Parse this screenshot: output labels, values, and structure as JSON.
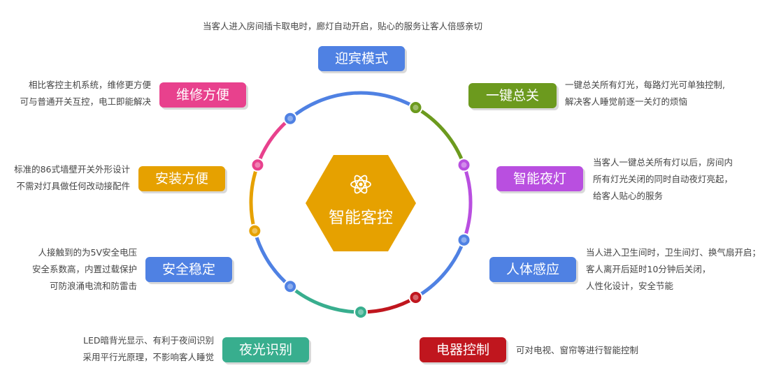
{
  "center": {
    "title": "智能客控",
    "icon": "atom-icon",
    "color": "#e6a100"
  },
  "top_note": "当客人进入房间插卡取电时，廊灯自动开启，贴心的服务让客人倍感亲切",
  "features": [
    {
      "id": "welcome",
      "label": "迎宾模式",
      "color": "#4f81e3",
      "desc": []
    },
    {
      "id": "onekey",
      "label": "一键总关",
      "color": "#6c9a1e",
      "desc": [
        "一键总关所有灯光，每路灯光可单独控制,",
        "解决客人睡觉前逐一关灯的烦恼"
      ]
    },
    {
      "id": "nightlight",
      "label": "智能夜灯",
      "color": "#b94fe0",
      "desc": [
        "当客人一键总关所有灯以后，房间内",
        "所有灯光关闭的同时自动夜灯亮起，",
        "给客人贴心的服务"
      ]
    },
    {
      "id": "sensor",
      "label": "人体感应",
      "color": "#4f81e3",
      "desc": [
        "当人进入卫生间时，卫生间灯、换气扇开启；",
        "客人离开后延时10分钟后关闭，",
        "人性化设计，安全节能"
      ]
    },
    {
      "id": "appliance",
      "label": "电器控制",
      "color": "#c0161e",
      "desc": [
        "可对电视、窗帘等进行智能控制"
      ]
    },
    {
      "id": "nightid",
      "label": "夜光识别",
      "color": "#38ae8e",
      "desc": [
        "LED暗背光显示、有利于夜间识别",
        "采用平行光原理，不影响客人睡觉"
      ]
    },
    {
      "id": "safe",
      "label": "安全稳定",
      "color": "#4f81e3",
      "desc": [
        "人接触到的为5V安全电压",
        "安全系数高，内置过载保护",
        "可防浪涌电流和防雷击"
      ]
    },
    {
      "id": "install",
      "label": "安装方便",
      "color": "#e6a100",
      "desc": [
        "标准的86式墙壁开关外形设计",
        "不需对灯具做任何改动接配件"
      ]
    },
    {
      "id": "repair",
      "label": "维修方便",
      "color": "#e8418d",
      "desc": [
        "相比客控主机系统，维修更方便",
        "可与普通开关互控，电工即能解决"
      ]
    }
  ],
  "ring_colors": [
    "#4f81e3",
    "#6c9a1e",
    "#b94fe0",
    "#4f81e3",
    "#c0161e",
    "#38ae8e",
    "#4f81e3",
    "#e6a100",
    "#e8418d"
  ]
}
